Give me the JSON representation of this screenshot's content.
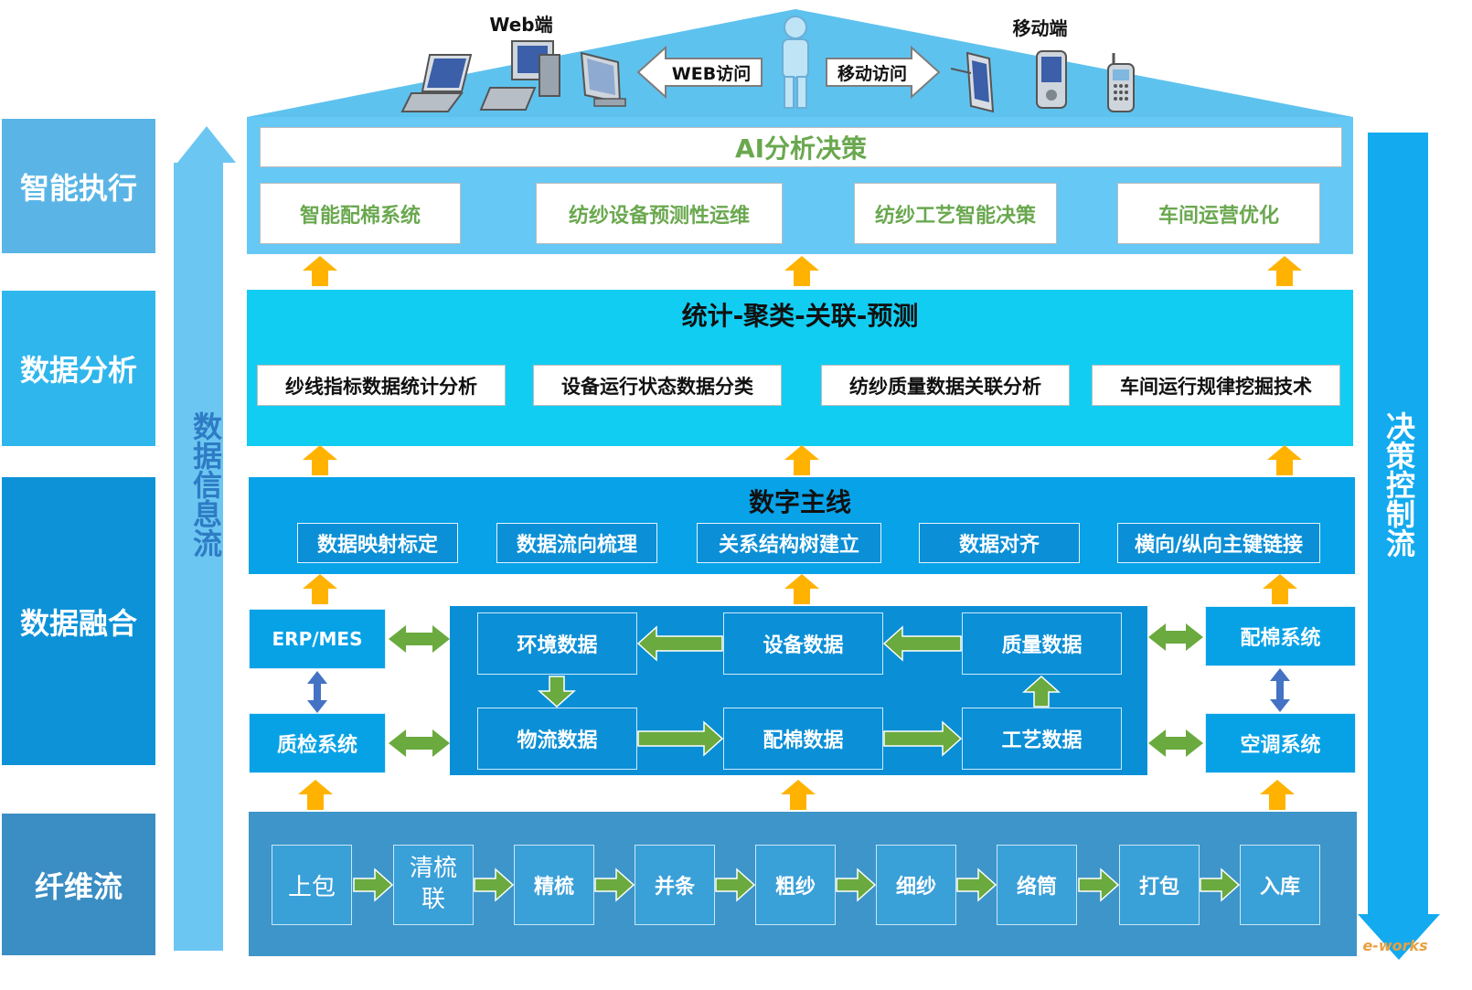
{
  "top": {
    "web_label": "Web端",
    "mobile_label": "移动端",
    "web_access": "WEB访问",
    "mobile_access": "移动访问"
  },
  "side_labels": [
    "智能执行",
    "数据分析",
    "数据融合",
    "纤维流"
  ],
  "left_flow": "数据信息流",
  "right_flow": "决策控制流",
  "ai": {
    "title": "AI分析决策",
    "items": [
      "智能配棉系统",
      "纺纱设备预测性运维",
      "纺纱工艺智能决策",
      "车间运营优化"
    ]
  },
  "analysis": {
    "title": "统计-聚类-关联-预测",
    "items": [
      "纱线指标数据统计分析",
      "设备运行状态数据分类",
      "纺纱质量数据关联分析",
      "车间运行规律挖掘技术"
    ]
  },
  "thread": {
    "title": "数字主线",
    "items": [
      "数据映射标定",
      "数据流向梳理",
      "关系结构树建立",
      "数据对齐",
      "横向/纵向主键链接"
    ]
  },
  "fusion": {
    "left": [
      "ERP/MES",
      "质检系统"
    ],
    "right": [
      "配棉系统",
      "空调系统"
    ],
    "center_top": [
      "环境数据",
      "设备数据",
      "质量数据"
    ],
    "center_bottom": [
      "物流数据",
      "配棉数据",
      "工艺数据"
    ]
  },
  "fiber": {
    "steps": [
      "上包",
      "清梳联",
      "精梳",
      "并条",
      "粗纱",
      "细纱",
      "络筒",
      "打包",
      "入库"
    ]
  },
  "watermark": "e-works",
  "colors": {
    "roof": "#5ec2ee",
    "ai_band": "#66c8f4",
    "analysis_band": "#12cdf2",
    "thread_band": "#08a2e8",
    "fusion_band": "#0a8fd6",
    "fiber_band": "#3d95c9",
    "arrow_orange": "#ffb300",
    "arrow_green": "#6aaa3e",
    "arrow_blue": "#4472c4"
  }
}
